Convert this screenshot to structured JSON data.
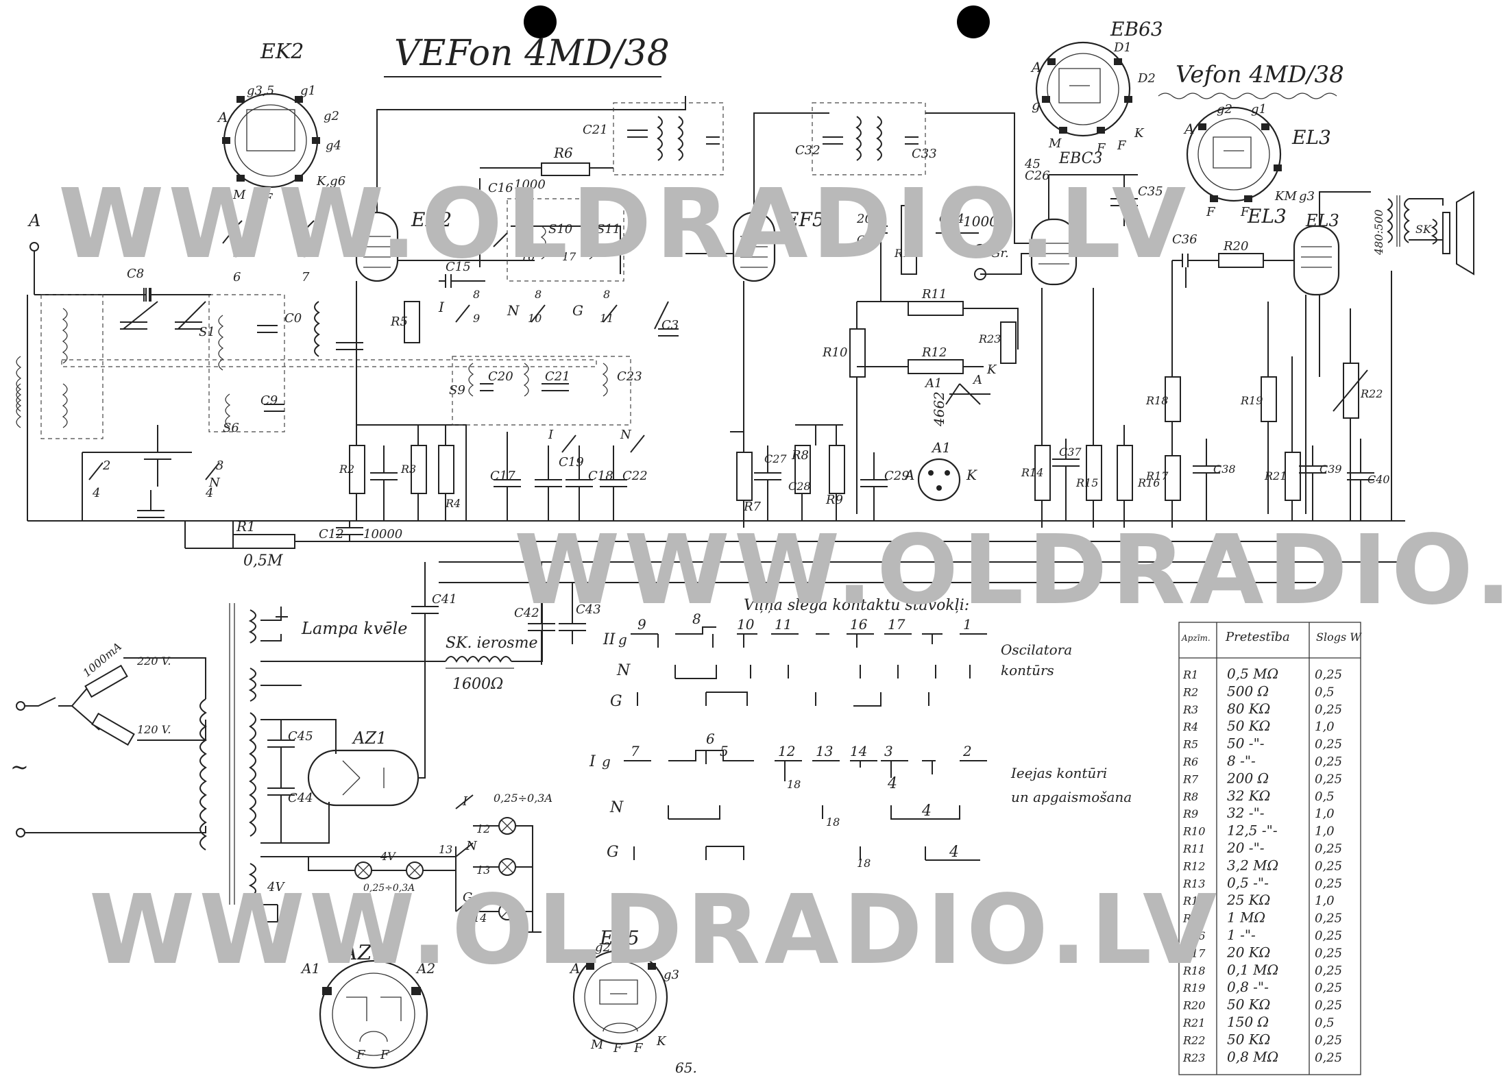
{
  "title": "VEFon 4MD/38",
  "subtitle": "Vefon 4MD/38",
  "watermark": "WWW.OLDRADIO.LV",
  "page_number": "65.",
  "tubes": {
    "ek2": "EK2",
    "ef5": "EF5",
    "ebc3": "EBC3",
    "eb63": "EB63",
    "el3": "EL3",
    "az1": "AZ1"
  },
  "pinout_labels": {
    "ek2": [
      "A",
      "g3,5",
      "g1",
      "g2",
      "g4",
      "K,g6",
      "M",
      "F",
      "F"
    ],
    "ebc3": [
      "A",
      "D1",
      "D2",
      "g",
      "M",
      "F",
      "F",
      "K"
    ],
    "el3": [
      "A",
      "g2",
      "g1",
      "KM",
      "g3",
      "F",
      "F"
    ],
    "az1": [
      "A1",
      "A2",
      "F",
      "F"
    ],
    "ef5": [
      "A",
      "g2",
      "g3",
      "M",
      "F",
      "F",
      "K"
    ],
    "tuning_eye": [
      "A1",
      "A",
      "K"
    ]
  },
  "labels": {
    "antenna": "A",
    "lamp_heater": "Lampa kvēle",
    "speaker_choke": "SK. ierosme",
    "choke_value": "1600Ω",
    "fuse": "1000mA",
    "mains_220": "220 V.",
    "mains_120": "120 V.",
    "ac_symbol": "~",
    "heater_4v": "4V",
    "dial_lamp": "0,25÷0,3A",
    "dial_lamp_4v": "4V",
    "lamp_rating": "0,25÷0,3A",
    "r1_value": "0,5M",
    "c12_value": "10000",
    "c16_value": "1000",
    "c34_value": "10000",
    "c31_value": "200",
    "eye_tube": "4662",
    "output_tr": "480:500",
    "speaker": "SK",
    "c26_value": "45",
    "gr": "Gr."
  },
  "switch_table": {
    "heading": "Viļņa slēga kontaktu stāvokļi:",
    "osc_note": [
      "Oscilatora",
      "kontūrs"
    ],
    "input_note": [
      "Ieejas kontūri",
      "un apgaismošana"
    ],
    "rows": [
      {
        "band": "II",
        "contacts": [
          "9",
          "8",
          "10",
          "11",
          "16",
          "17",
          "1"
        ]
      },
      {
        "band": "N",
        "contacts": []
      },
      {
        "band": "G",
        "contacts": []
      },
      {
        "band": "I",
        "contacts": [
          "7",
          "6",
          "5",
          "12",
          "13",
          "14",
          "3",
          "2"
        ]
      },
      {
        "band": "N",
        "contacts": [
          "18",
          "4"
        ]
      },
      {
        "band": "G",
        "contacts": [
          "18",
          "4"
        ]
      }
    ]
  },
  "lamp_switch": {
    "labels": [
      "I",
      "12",
      "N",
      "13",
      "G",
      "14",
      "13"
    ]
  },
  "resistor_table": {
    "headers": [
      "Apzīm.",
      "Pretestība",
      "Slogs W"
    ],
    "rows": [
      [
        "R1",
        "0,5 MΩ",
        "0,25"
      ],
      [
        "R2",
        "500 Ω",
        "0,5"
      ],
      [
        "R3",
        "80 KΩ",
        "0,25"
      ],
      [
        "R4",
        "50 KΩ",
        "1,0"
      ],
      [
        "R5",
        "50 -\"-",
        "0,25"
      ],
      [
        "R6",
        "8 -\"-",
        "0,25"
      ],
      [
        "R7",
        "200 Ω",
        "0,25"
      ],
      [
        "R8",
        "32 KΩ",
        "0,5"
      ],
      [
        "R9",
        "32 -\"-",
        "1,0"
      ],
      [
        "R10",
        "12,5 -\"-",
        "1,0"
      ],
      [
        "R11",
        "20 -\"-",
        "0,25"
      ],
      [
        "R12",
        "3,2 MΩ",
        "0,25"
      ],
      [
        "R13",
        "0,5 -\"-",
        "0,25"
      ],
      [
        "R14",
        "25 KΩ",
        "1,0"
      ],
      [
        "R15",
        "1 MΩ",
        "0,25"
      ],
      [
        "R16",
        "1 -\"-",
        "0,25"
      ],
      [
        "R17",
        "20 KΩ",
        "0,25"
      ],
      [
        "R18",
        "0,1 MΩ",
        "0,25"
      ],
      [
        "R19",
        "0,8 -\"-",
        "0,25"
      ],
      [
        "R20",
        "50 KΩ",
        "0,25"
      ],
      [
        "R21",
        "150 Ω",
        "0,5"
      ],
      [
        "R22",
        "50 KΩ",
        "0,25"
      ],
      [
        "R23",
        "0,8 MΩ",
        "0,25"
      ]
    ]
  }
}
